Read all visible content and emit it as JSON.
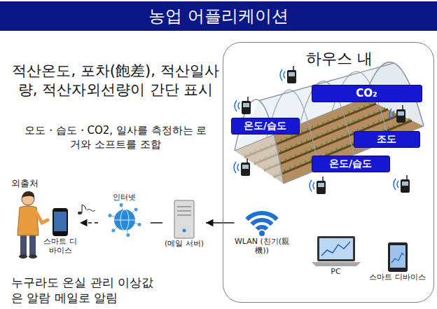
{
  "diagram": {
    "title": "농업 어플리케이션",
    "nodes": [
      {
        "text": [
          "하우스 내"
        ]
      },
      {
        "text": [
          "CO₂"
        ],
        "in": 0
      },
      {
        "text": [
          "온도/습도"
        ],
        "in": 0
      },
      {
        "text": [
          "조도"
        ],
        "in": 0
      },
      {
        "text": [
          "온도/습도"
        ],
        "in": 0
      },
      {
        "text": [
          "WLAN (친기(親機))"
        ],
        "in": 0
      },
      {
        "text": [
          "PC"
        ],
        "in": 0
      },
      {
        "text": [
          "스마트 디바이스"
        ],
        "in": 0
      },
      {
        "text": [
          "(메일 서버)"
        ]
      },
      {
        "text": [
          "인터넷"
        ]
      },
      {
        "text": [
          "스마트 디바이스"
        ]
      }
    ],
    "edges": [
      {
        "from": 5,
        "to": 8,
        "arrow": "to"
      },
      {
        "from": 8,
        "to": 9,
        "arrow": "none"
      },
      {
        "from": 9,
        "to": 10,
        "arrow": "to"
      }
    ],
    "labels": [
      "적산온도, 포차(飽差), 적산일사량, 적산자외선량이 간단 표시",
      "오도・습도・CO2, 일사를 측정하는 로거와 소프트를 조합",
      "외출처",
      "누구라도 온실 관리 이상값은 알람 메일로 알림"
    ]
  }
}
